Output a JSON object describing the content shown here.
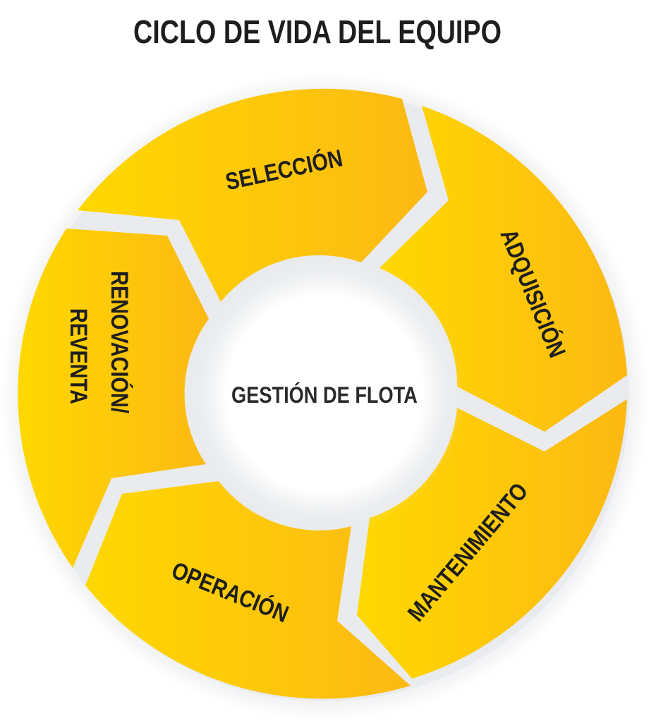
{
  "title": "CICLO DE VIDA DEL EQUIPO",
  "center": {
    "label": "GESTIÓN DE FLOTA"
  },
  "segments": [
    {
      "id": "seleccion",
      "label": "SELECCIÓN"
    },
    {
      "id": "adquisicion",
      "label": "ADQUISICIÓN"
    },
    {
      "id": "mantenimiento",
      "label": "MANTENIMIENTO"
    },
    {
      "id": "operacion",
      "label": "OPERACIÓN"
    },
    {
      "id": "renovacion",
      "label_line1": "RENOVACIÓN/",
      "label_line2": "REVENTA"
    }
  ],
  "colors": {
    "segment_light": "#ffd800",
    "segment_dark": "#fcb913",
    "gap": "#e9ebee",
    "text": "#1e1e1e"
  }
}
